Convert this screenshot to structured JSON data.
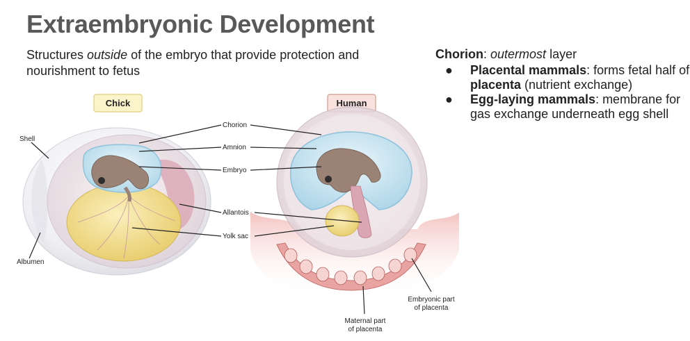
{
  "slide": {
    "title": "Extraembryonic Development",
    "subtitle": {
      "pre": "Structures ",
      "em": "outside",
      "post": " of the embryo that provide protection and nourishment to fetus"
    }
  },
  "chorion_note": {
    "term": "Chorion",
    "sep": ": ",
    "em": "outermost",
    "rest": " layer",
    "bullet_glyph": "●",
    "bullets": [
      {
        "bold": "Placental mammals",
        "text1": ": forms fetal half of ",
        "bold2": "placenta",
        "text2": " (nutrient exchange)"
      },
      {
        "bold": "Egg-laying mammals",
        "text1": ": membrane for gas exchange underneath egg shell"
      }
    ]
  },
  "diagram": {
    "chick_tag": "Chick",
    "human_tag": "Human",
    "labels": {
      "shell": "Shell",
      "albumen": "Albumen",
      "chorion": "Chorion",
      "amnion": "Amnion",
      "embryo": "Embryo",
      "allantois": "Allantois",
      "yolk_sac": "Yolk sac",
      "embryonic_part": [
        "Embryonic part",
        "of placenta"
      ],
      "maternal_part": [
        "Maternal part",
        "of placenta"
      ]
    },
    "colors": {
      "tag_chick_bg": "#fbf3c9",
      "tag_chick_border": "#e0cf7d",
      "tag_human_bg": "#f9e1dd",
      "tag_human_border": "#d59a90",
      "uterus": "#e9a3a0",
      "yolk": "#f2dd86",
      "amnion": "#bfe0ef",
      "embryo": "#9a8275",
      "allantois": "#dba6b4",
      "shell": "#ececf1"
    }
  }
}
